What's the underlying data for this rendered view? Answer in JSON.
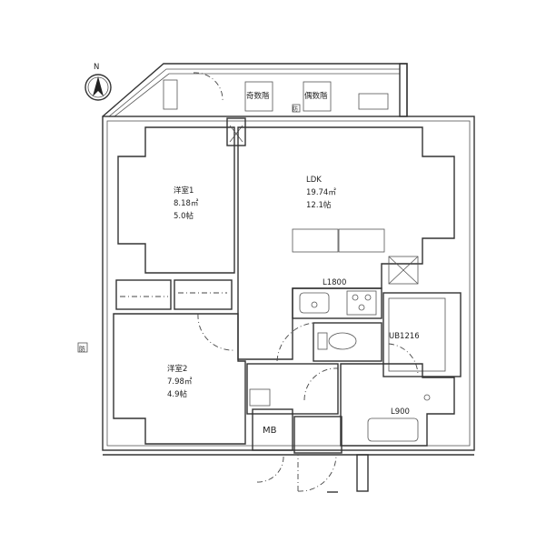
{
  "compass": {
    "label": "N"
  },
  "balcony": {
    "odd_floor_label": "奇数階",
    "even_floor_label": "偶数階",
    "small_mark": "防"
  },
  "rooms": {
    "western1": {
      "name": "洋室1",
      "area": "8.18㎡",
      "tatami": "5.0帖"
    },
    "ldk": {
      "name": "LDK",
      "area": "19.74㎡",
      "tatami": "12.1帖"
    },
    "western2": {
      "name": "洋室2",
      "area": "7.98㎡",
      "tatami": "4.9帖"
    }
  },
  "kitchen": {
    "label": "L1800"
  },
  "bath": {
    "label": "UB1216"
  },
  "washroom": {
    "label": "L900"
  },
  "meter_box": {
    "label": "MB"
  },
  "side_mark": {
    "label": "防"
  }
}
